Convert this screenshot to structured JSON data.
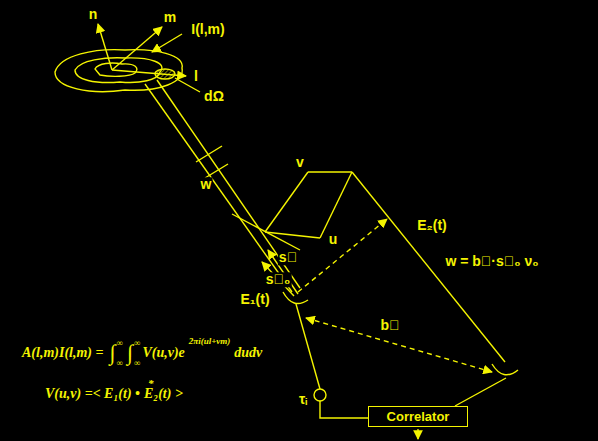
{
  "diagram": {
    "nodes": [
      {
        "text": [
          "Correlator"
        ]
      }
    ],
    "labels": [
      "n",
      "m",
      "I(l,m)",
      "l",
      "dΩ",
      "w",
      "v",
      "u",
      "s⃗",
      "s⃗₀",
      "E₂(t)",
      "E₁(t)",
      "w = b⃗·s⃗₀ ν₀",
      "b⃗",
      "τᵢ",
      "A(l,m)I(l,m) =",
      "∫",
      "∞",
      "∞",
      "∫",
      "∞",
      "∞",
      "V(u,v)e",
      "2πi(ul+vm)",
      "dudv",
      "V(u,v) =< E₁(t) •",
      "*",
      "E₂(t) >"
    ]
  }
}
